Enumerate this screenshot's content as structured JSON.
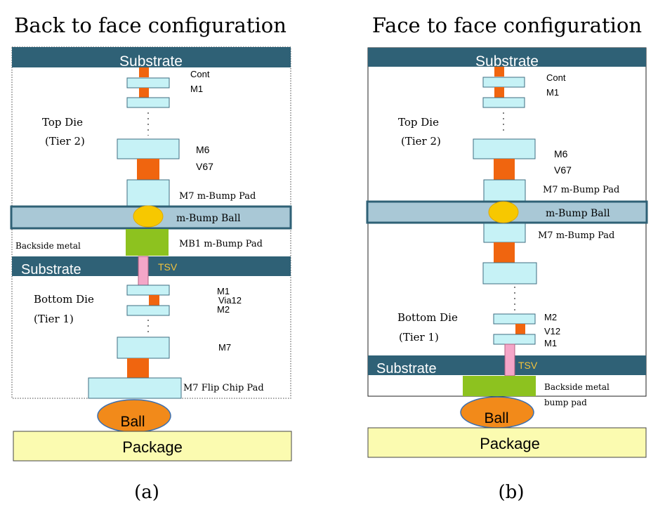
{
  "colors": {
    "substrate": "#2f6176",
    "substrate_text": "#ffffff",
    "metal": "#c6f2f6",
    "metal_stroke": "#3f6e82",
    "via": "#f0650f",
    "bump_band": "#a9c8d6",
    "bump_ball": "#f7c800",
    "backside_pad": "#8dc21f",
    "tsv": "#f4a6c8",
    "tsv_text": "#f2c33c",
    "ball": "#f28a1a",
    "package": "#fbfbb0"
  },
  "left": {
    "title": "Back to face configuration",
    "caption": "(a)",
    "top_substrate": "Substrate",
    "cont": "Cont",
    "m1": "M1",
    "top_die": "Top Die",
    "tier2": "(Tier 2)",
    "m6": "M6",
    "v67": "V67",
    "m7_bump_pad": "M7 m-Bump Pad",
    "bump_ball": "m-Bump Ball",
    "backside_metal": "Backside metal",
    "mb1_pad": "MB1 m-Bump Pad",
    "bottom_substrate": "Substrate",
    "tsv": "TSV",
    "bm1": "M1",
    "via12": "Via12",
    "bm2": "M2",
    "bottom_die": "Bottom Die",
    "tier1": "(Tier 1)",
    "bm7": "M7",
    "flip_chip_pad": "M7 Flip Chip Pad",
    "ball": "Ball",
    "package": "Package"
  },
  "right": {
    "title": "Face to face configuration",
    "caption": "(b)",
    "top_substrate": "Substrate",
    "cont": "Cont",
    "m1": "M1",
    "top_die": "Top Die",
    "tier2": "(Tier 2)",
    "m6": "M6",
    "v67": "V67",
    "m7_bump_pad_top": "M7 m-Bump Pad",
    "bump_ball": "m-Bump Ball",
    "m7_bump_pad_bottom": "M7 m-Bump Pad",
    "bottom_die": "Bottom Die",
    "tier1": "(Tier 1)",
    "bm2": "M2",
    "v12": "V12",
    "bm1": "M1",
    "bottom_substrate": "Substrate",
    "tsv": "TSV",
    "backside_pad_line1": "Backside metal",
    "backside_pad_line2": "bump pad",
    "ball": "Ball",
    "package": "Package"
  }
}
